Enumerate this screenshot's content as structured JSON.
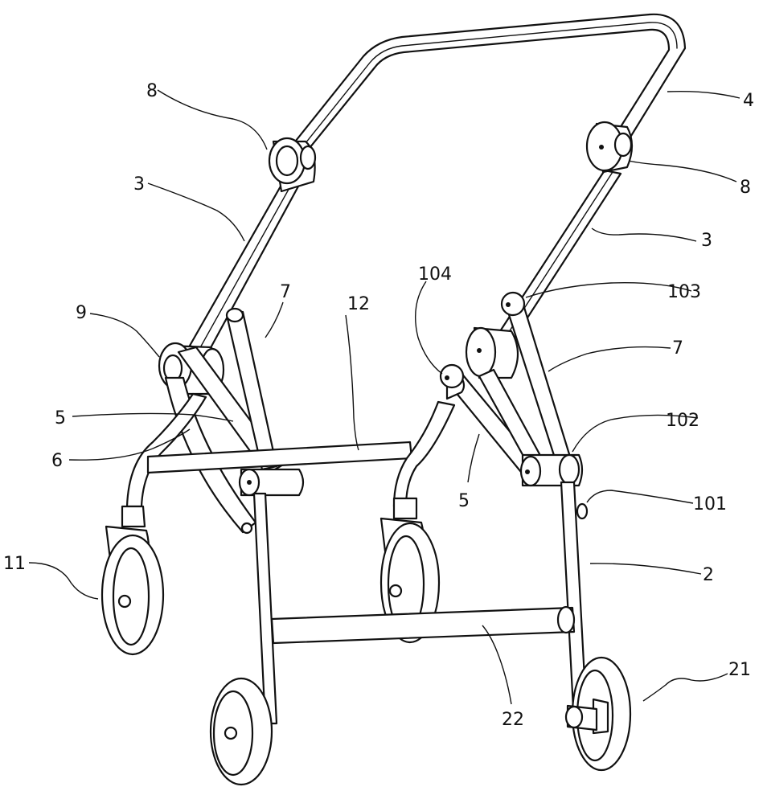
{
  "figure": {
    "labels": {
      "l8a": "8",
      "l4": "4",
      "l8b": "8",
      "l3a": "3",
      "l3b": "3",
      "l104": "104",
      "l103": "103",
      "l7a": "7",
      "l12": "12",
      "l9": "9",
      "l7b": "7",
      "l5a": "5",
      "l102": "102",
      "l6": "6",
      "l5b": "5",
      "l101": "101",
      "l11": "11",
      "l2": "2",
      "l21": "21",
      "l22": "22"
    }
  }
}
